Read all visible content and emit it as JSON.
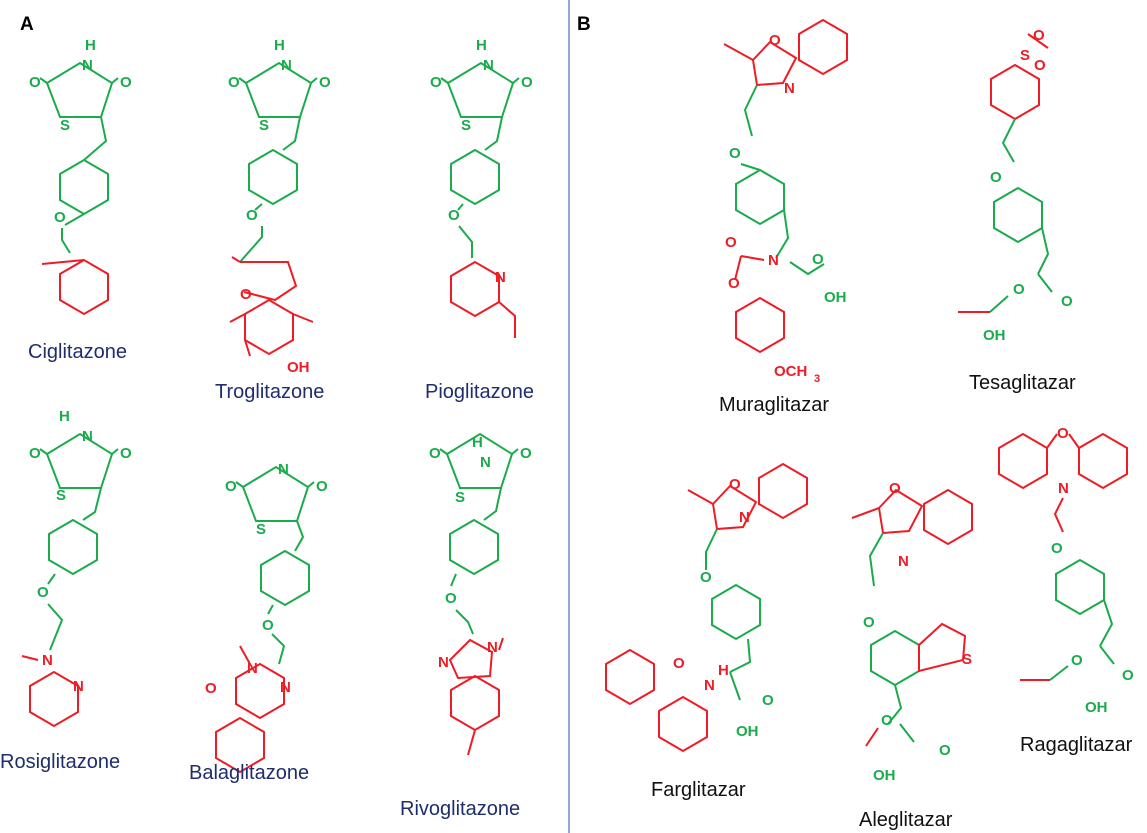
{
  "panels": {
    "a": "A",
    "b": "B"
  },
  "colors": {
    "scaffold": "#1aab4c",
    "variable": "#ee1c25",
    "name_a": "#1f2d6e",
    "name_b": "#111111",
    "divider": "#4a6fb5"
  },
  "atoms": {
    "O": "O",
    "N": "N",
    "S": "S",
    "H": "H",
    "OH": "OH",
    "OCH3": "OCH",
    "sub3": "3"
  },
  "panel_a": {
    "compounds": [
      "Ciglitazone",
      "Troglitazone",
      "Pioglitazone",
      "Rosiglitazone",
      "Balaglitazone",
      "Rivoglitazone"
    ]
  },
  "panel_b": {
    "compounds": [
      "Muraglitazar",
      "Tesaglitazar",
      "Farglitazar",
      "Aleglitazar",
      "Ragaglitazar"
    ]
  }
}
